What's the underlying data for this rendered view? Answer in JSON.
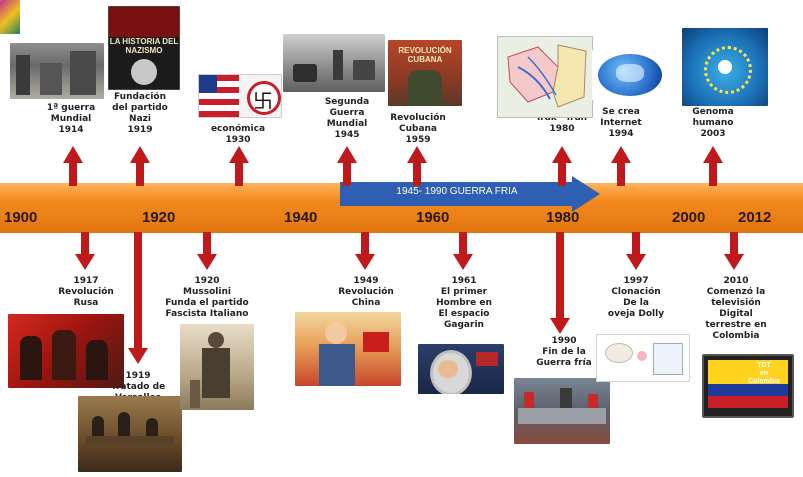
{
  "timeline": {
    "years": [
      "1900",
      "1920",
      "1940",
      "1960",
      "1980",
      "2000",
      "2012"
    ],
    "band_label": "1945- 1990 GUERRA FRIA",
    "colors": {
      "bar": "#f28a1e",
      "arrow": "#c0191c",
      "band": "#2f5fb3"
    }
  },
  "events_top": [
    {
      "text": "1ª guerra\nMundial\n1914"
    },
    {
      "text": "Fundación\ndel partido\nNazi\n1919"
    },
    {
      "text": "económica\n1930"
    },
    {
      "text": "Segunda\nGuerra\nMundial\n1945"
    },
    {
      "text": "Revolución\nCubana\n1959"
    },
    {
      "text": "Irak - Irán\n1980"
    },
    {
      "text": "Se crea\nInternet\n1994"
    },
    {
      "text": "Genoma\nhumano\n2003"
    }
  ],
  "events_bottom": [
    {
      "text": "1917\nRevolución\nRusa"
    },
    {
      "text": "1919\nTratado de\nVersalles"
    },
    {
      "text": "1920\nMussolini\nFunda el partido\nFascista Italiano"
    },
    {
      "text": "1949\nRevolución\nChina"
    },
    {
      "text": "1961\nEl primer\nHombre en\nEl espacio\nGagarin"
    },
    {
      "text": "1990\nFin de la\nGuerra fría"
    },
    {
      "text": "1997\nClonación\nDe la\noveja Dolly"
    },
    {
      "text": "2010\nComenzó la\ntelevisión\nDigital\nterrestre en\nColombia"
    }
  ],
  "image_captions": {
    "nazismo": "LA HISTORIA DEL\nNAZISMO",
    "cuba": "REVOLUCIÓN\nCUBANA",
    "tv": "TDT\nen\nColombia"
  }
}
